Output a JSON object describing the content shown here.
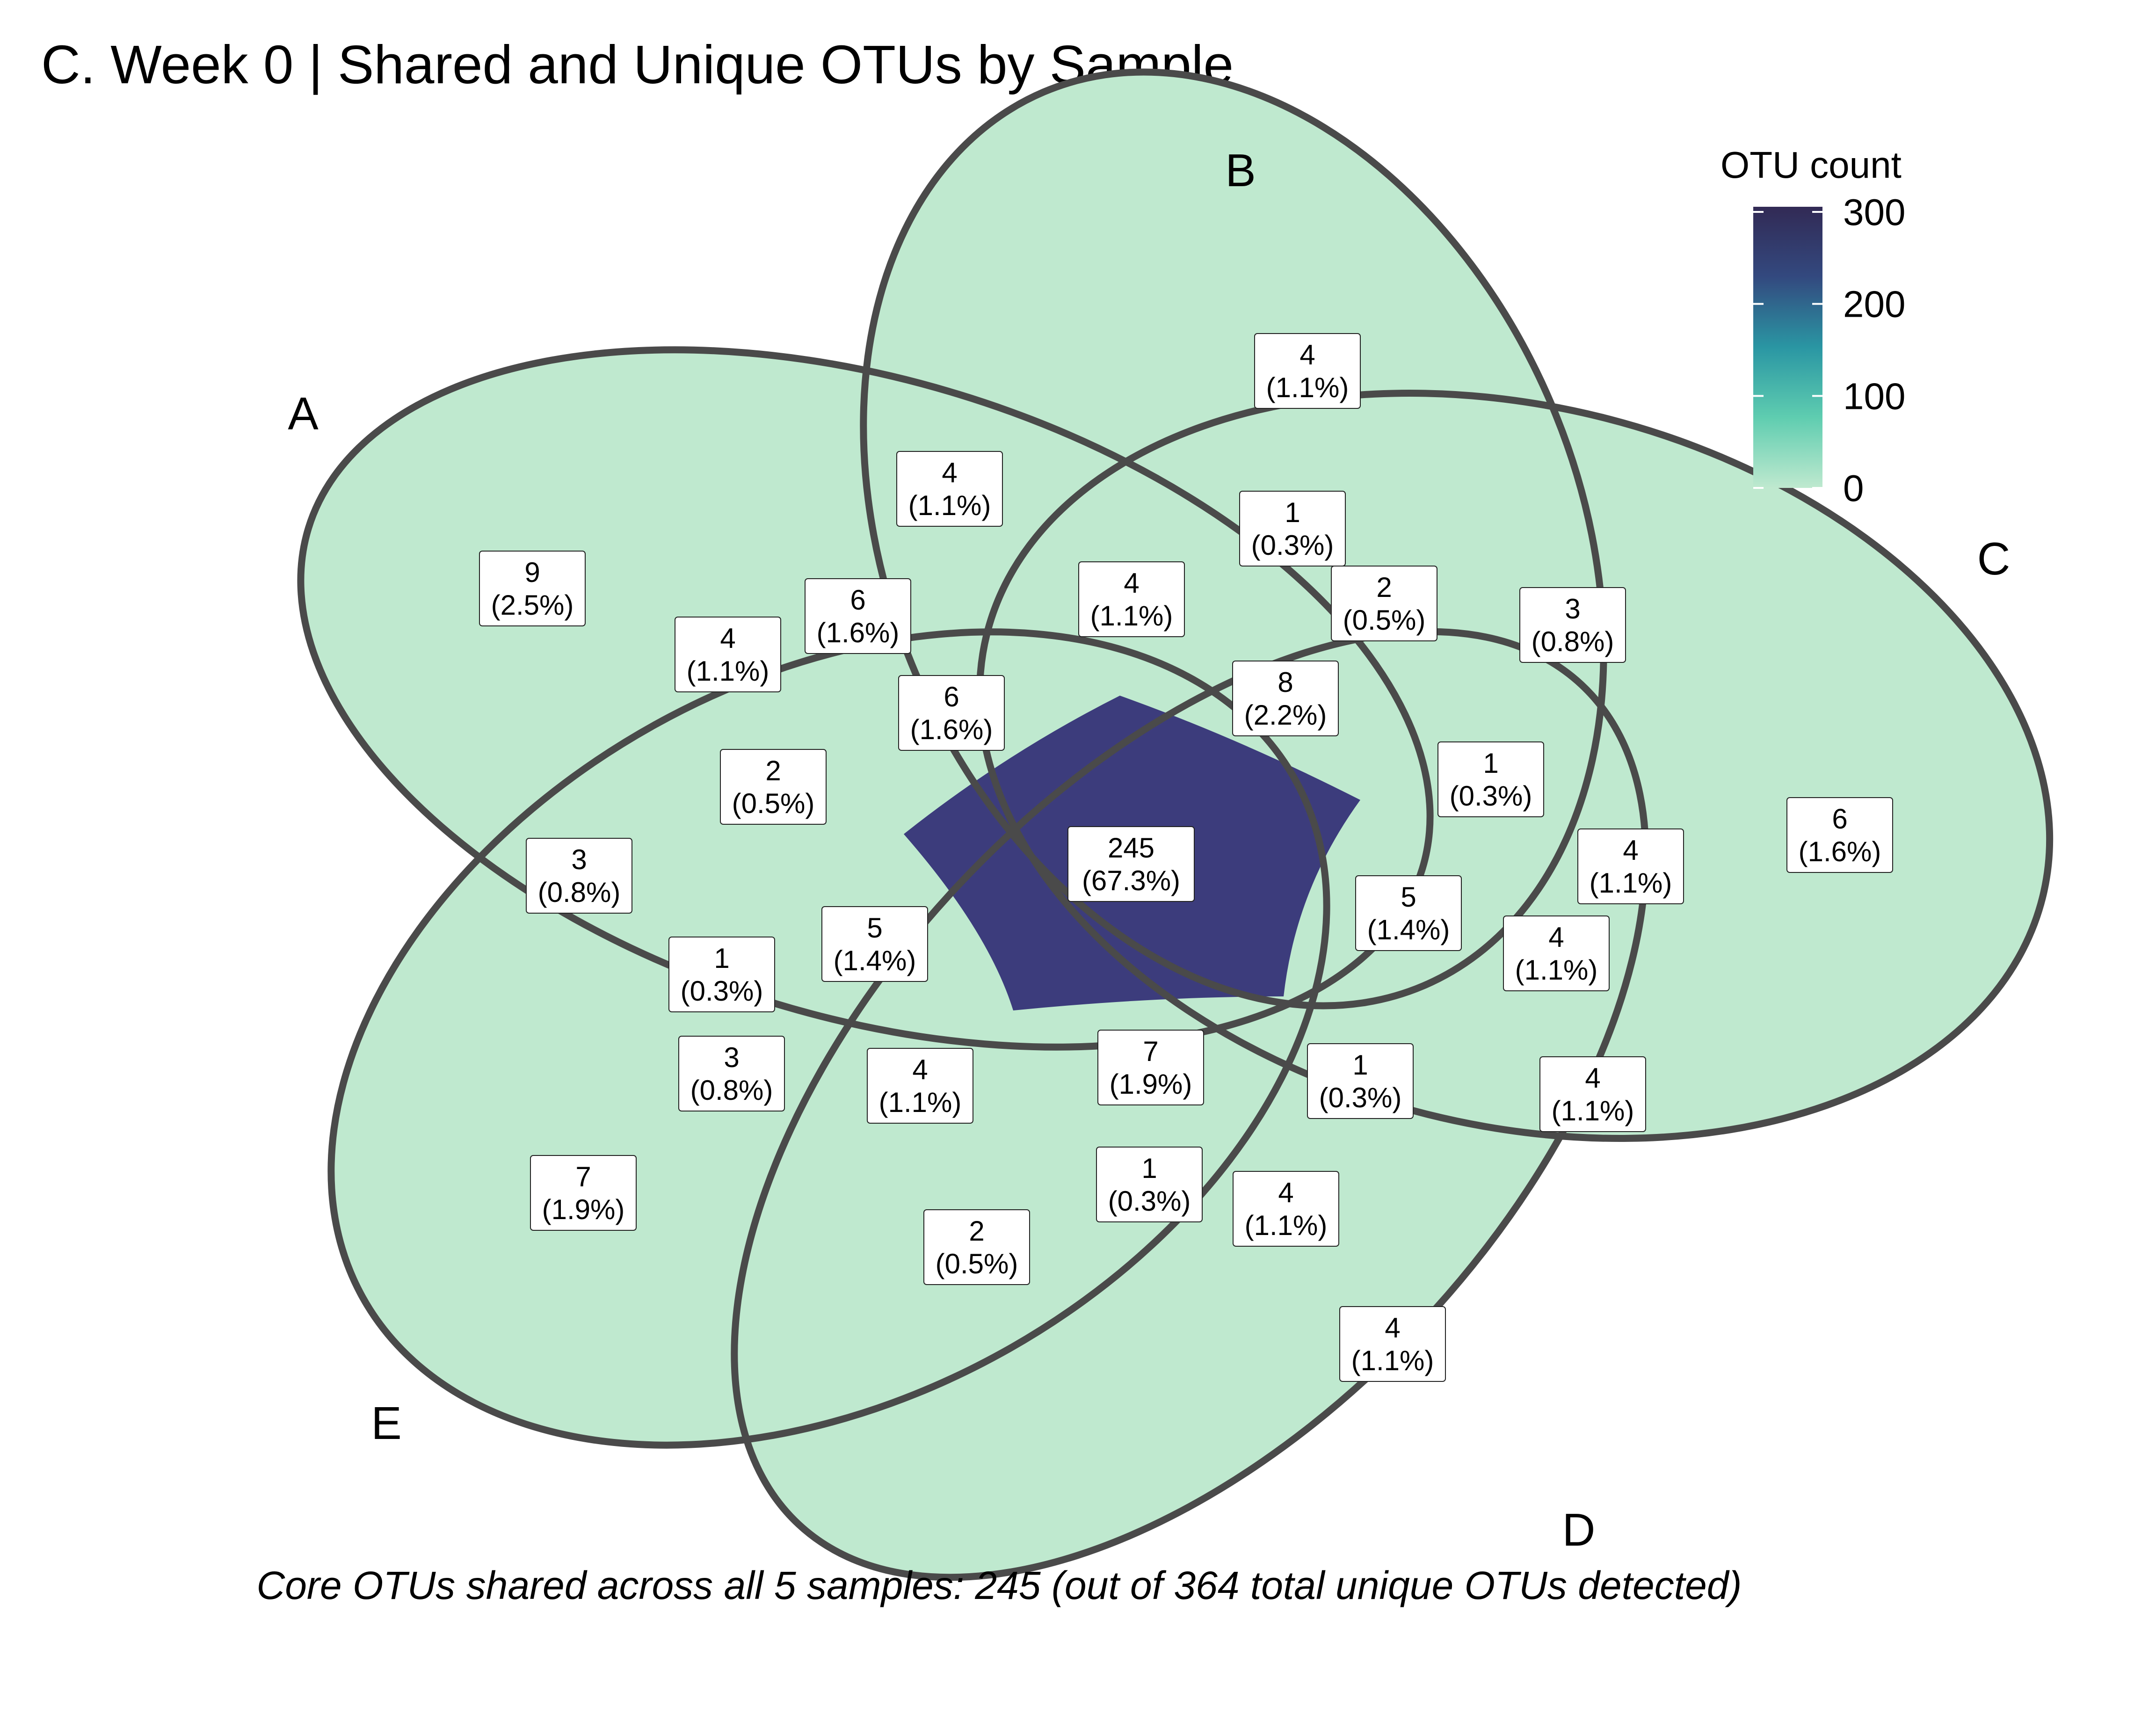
{
  "chart_data": {
    "type": "venn",
    "title": "C. Week 0 | Shared and Unique OTUs by Sample",
    "caption": "Core OTUs shared across all 5 samples: 245 (out of 364 total unique OTUs detected)",
    "sets": [
      "A",
      "B",
      "C",
      "D",
      "E"
    ],
    "legend": {
      "title": "OTU count",
      "position": "top-right",
      "ticks": [
        "0",
        "100",
        "200",
        "300"
      ],
      "range": [
        0,
        300
      ],
      "colors": [
        "#bfe9cf",
        "#5fcdb0",
        "#2a96a3",
        "#33497f",
        "#322a55"
      ]
    },
    "region_fill_low": "#bfe9cf",
    "region_fill_core": "#3c3c7c",
    "outline_color": "#4a4a4a",
    "regions": [
      {
        "sets": "A",
        "count": "9",
        "pct": "(2.5%)"
      },
      {
        "sets": "B",
        "count": "4",
        "pct": "(1.1%)"
      },
      {
        "sets": "C",
        "count": "6",
        "pct": "(1.6%)"
      },
      {
        "sets": "D",
        "count": "4",
        "pct": "(1.1%)"
      },
      {
        "sets": "E",
        "count": "7",
        "pct": "(1.9%)"
      },
      {
        "sets": "A,B",
        "count": "4",
        "pct": "(1.1%)"
      },
      {
        "sets": "",
        "count": "1",
        "pct": "(0.3%)"
      },
      {
        "sets": "",
        "count": "3",
        "pct": "(0.8%)"
      },
      {
        "sets": "",
        "count": "6",
        "pct": "(1.6%)"
      },
      {
        "sets": "",
        "count": "4",
        "pct": "(1.1%)"
      },
      {
        "sets": "",
        "count": "2",
        "pct": "(0.5%)"
      },
      {
        "sets": "",
        "count": "4",
        "pct": "(1.1%)"
      },
      {
        "sets": "",
        "count": "6",
        "pct": "(1.6%)"
      },
      {
        "sets": "",
        "count": "8",
        "pct": "(2.2%)"
      },
      {
        "sets": "",
        "count": "2",
        "pct": "(0.5%)"
      },
      {
        "sets": "",
        "count": "1",
        "pct": "(0.3%)"
      },
      {
        "sets": "",
        "count": "4",
        "pct": "(1.1%)"
      },
      {
        "sets": "",
        "count": "3",
        "pct": "(0.8%)"
      },
      {
        "sets": "A,B,C,D,E",
        "count": "245",
        "pct": "(67.3%)"
      },
      {
        "sets": "",
        "count": "5",
        "pct": "(1.4%)"
      },
      {
        "sets": "",
        "count": "5",
        "pct": "(1.4%)"
      },
      {
        "sets": "",
        "count": "1",
        "pct": "(0.3%)"
      },
      {
        "sets": "",
        "count": "4",
        "pct": "(1.1%)"
      },
      {
        "sets": "",
        "count": "3",
        "pct": "(0.8%)"
      },
      {
        "sets": "",
        "count": "4",
        "pct": "(1.1%)"
      },
      {
        "sets": "",
        "count": "7",
        "pct": "(1.9%)"
      },
      {
        "sets": "",
        "count": "1",
        "pct": "(0.3%)"
      },
      {
        "sets": "",
        "count": "4",
        "pct": "(1.1%)"
      },
      {
        "sets": "",
        "count": "1",
        "pct": "(0.3%)"
      },
      {
        "sets": "",
        "count": "4",
        "pct": "(1.1%)"
      },
      {
        "sets": "",
        "count": "2",
        "pct": "(0.5%)"
      }
    ]
  }
}
